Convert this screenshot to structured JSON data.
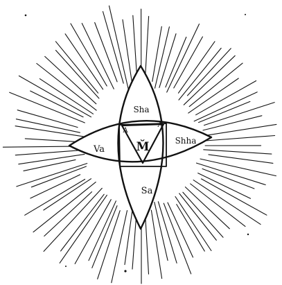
{
  "diagram": {
    "ink_color": "#111111",
    "background_color": "#ffffff",
    "petals": {
      "top": "Sha",
      "left": "Va",
      "right": "Shha",
      "bottom": "Sa"
    },
    "center_letter": "M̌",
    "corner_labels": {
      "left": "A",
      "right": "A"
    }
  }
}
